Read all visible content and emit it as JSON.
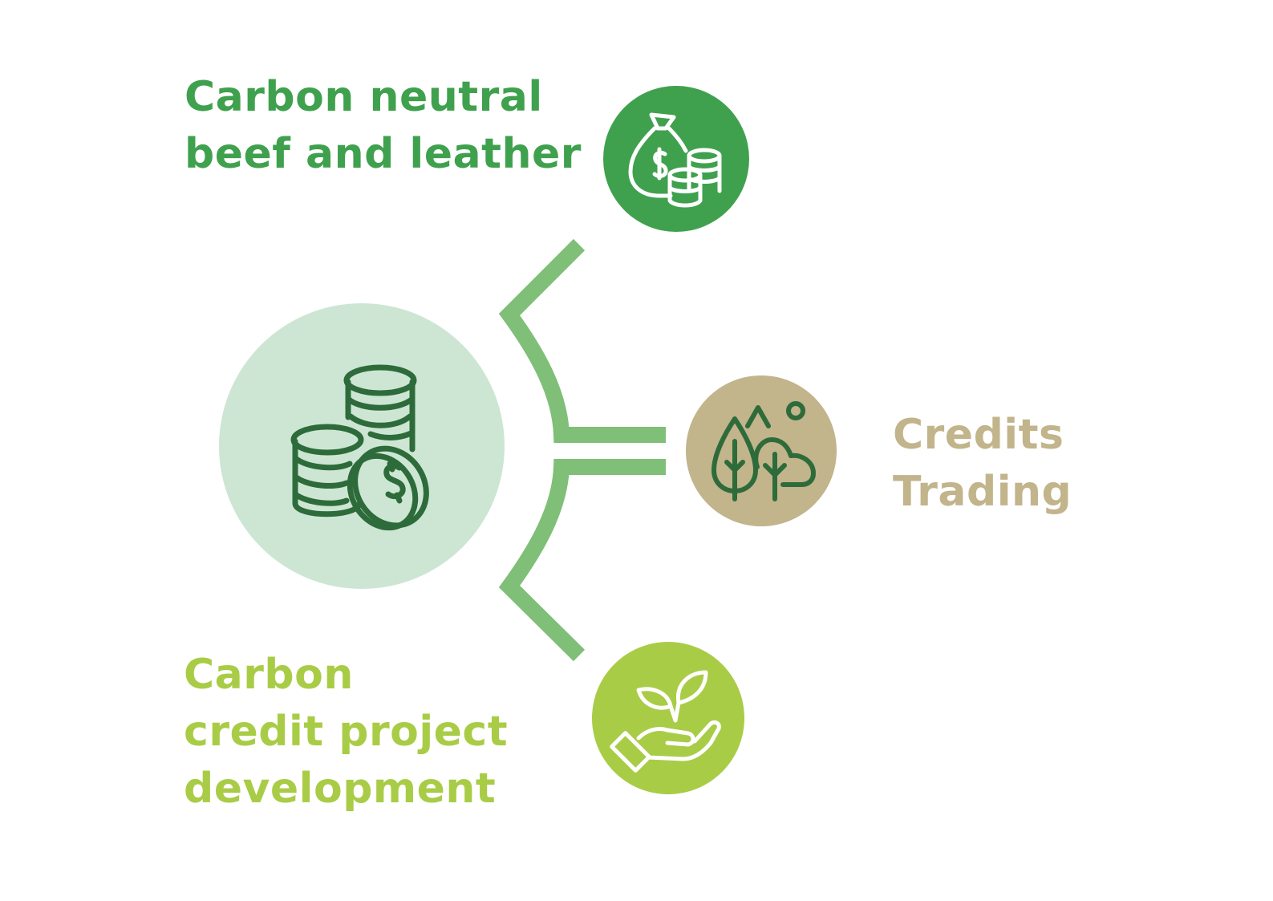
{
  "nodes": {
    "top": {
      "lines": [
        "Carbon neutral",
        "beef and leather"
      ],
      "icon": "money-bag-coins-icon",
      "color": "#3fa14d"
    },
    "middle": {
      "lines": [
        "Credits",
        "Trading"
      ],
      "icon": "trees-cloud-icon",
      "color": "#c2b48b"
    },
    "bottom": {
      "lines": [
        "Carbon",
        "credit project",
        "development"
      ],
      "icon": "hand-plant-icon",
      "color": "#a9cc46"
    }
  },
  "center": {
    "icon": "coin-stacks-dollar-icon",
    "fill": "#cde6d3",
    "icon_color": "#2e6b3b"
  },
  "connector_color": "#7fbf77"
}
